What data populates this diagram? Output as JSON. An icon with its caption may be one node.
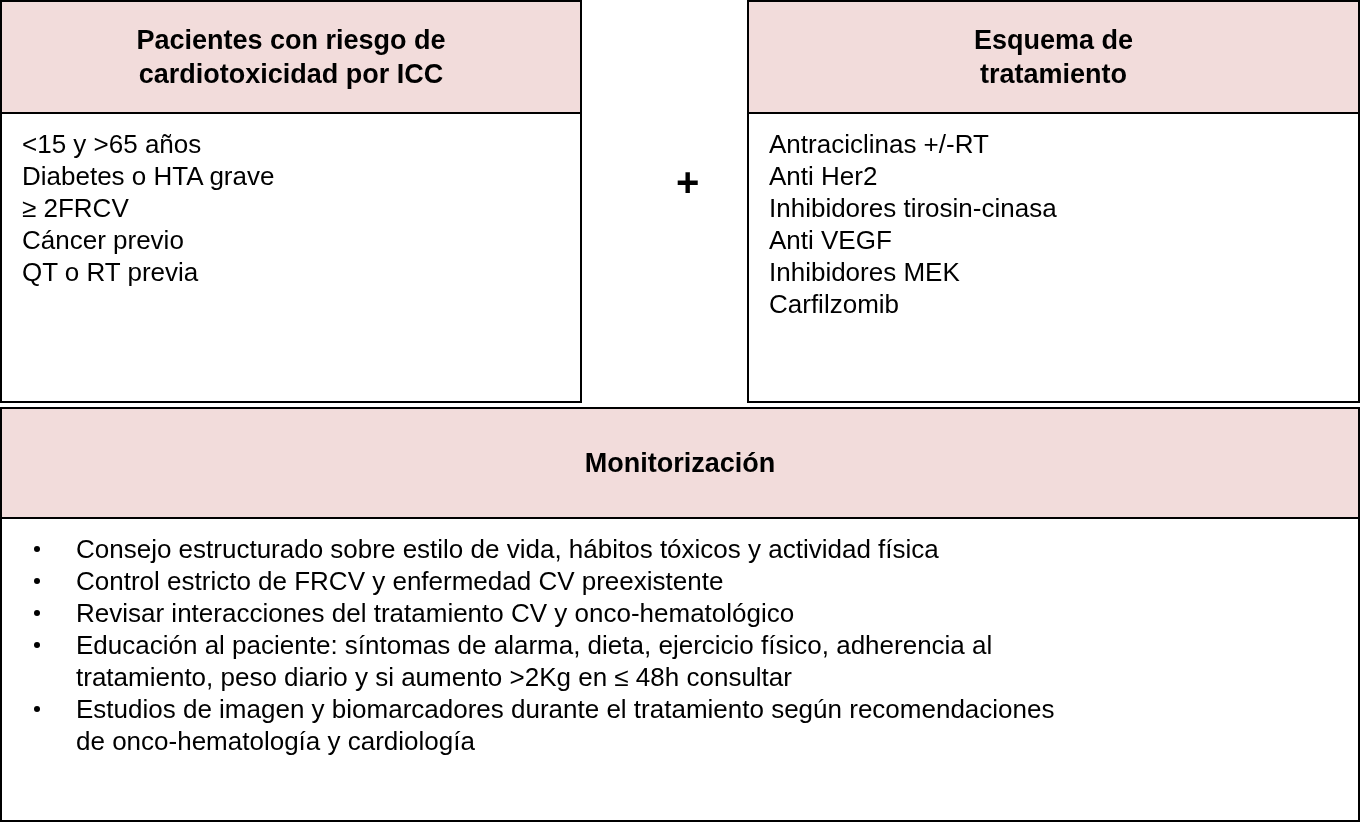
{
  "diagram": {
    "nodes": [
      {
        "text": [
          "Pacientes con riesgo de cardiotoxicidad por ICC",
          "<15 y >65 años",
          "Diabetes o HTA grave",
          "≥ 2FRCV",
          "Cáncer previo",
          "QT o RT previa"
        ]
      },
      {
        "text": [
          "Esquema de tratamiento",
          "Antraciclinas +/-RT",
          "Anti Her2",
          "Inhibidores tirosin-cinasa",
          "Anti VEGF",
          "Inhibidores MEK",
          "Carfilzomib"
        ]
      },
      {
        "text": [
          "Monitorización",
          "Consejo estructurado sobre estilo de vida, hábitos tóxicos y actividad física",
          "Control estricto de FRCV y enfermedad CV preexistente",
          "Revisar interacciones del tratamiento CV y onco-hematológico",
          "Educación al paciente: síntomas de alarma, dieta, ejercicio físico, adherencia al tratamiento, peso diario y si aumento >2Kg en ≤ 48h consultar",
          "Estudios de imagen y biomarcadores durante el tratamiento según recomendaciones de onco-hematología y cardiología"
        ]
      }
    ],
    "labels": [
      "+"
    ]
  }
}
